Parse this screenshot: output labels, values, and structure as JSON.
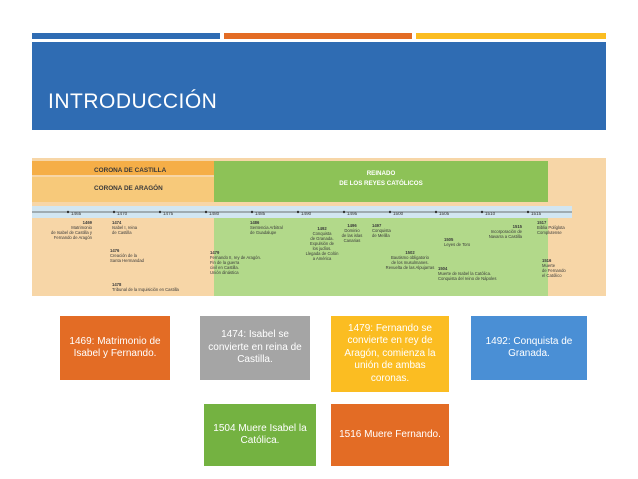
{
  "slide": {
    "title": "INTRODUCCIÓN",
    "accent_colors": [
      "#2f6cb3",
      "#e36c25",
      "#fbbd22",
      "#2f6cb3"
    ]
  },
  "timeline": {
    "header_left_top": "CORONA DE CASTILLA",
    "header_left_bottom": "CORONA DE ARAGÓN",
    "header_right_line1": "REINADO",
    "header_right_line2": "DE LOS REYES CATÓLICOS",
    "years": [
      "1465",
      "1470",
      "1475",
      "1480",
      "1485",
      "1490",
      "1495",
      "1500",
      "1505",
      "1510",
      "1515"
    ],
    "events": {
      "e1469": [
        "1469",
        "Matrimonio",
        "de Isabel de Castilla y",
        "Fernando de Aragón"
      ],
      "e1474": [
        "1474",
        "Isabel I, reina",
        "de Castilla"
      ],
      "e1476": [
        "1476",
        "Creación de la",
        "Santa Hermandad"
      ],
      "e1478": [
        "1478",
        "Tribunal de la Inquisición en Castilla"
      ],
      "e1479": [
        "1479",
        "Fernando II, rey de Aragón.",
        "Fin de la guerra",
        "civil en Castilla.",
        "Unión dinástica"
      ],
      "e1486": [
        "1486",
        "Sentencia Arbitral",
        "de Guadalupe"
      ],
      "e1492": [
        "1492",
        "Conquista",
        "de Granada.",
        "Expulsión de",
        "los judíos.",
        "Llegada de Colón",
        "a América"
      ],
      "e1496": [
        "1496",
        "Dominio",
        "de las islas",
        "Canarias"
      ],
      "e1497": [
        "1497",
        "Conquista",
        "de Melilla"
      ],
      "e1502": [
        "1502",
        "Bautismo obligatorio",
        "de los musulmanes.",
        "Revuelta de las Alpujarras"
      ],
      "e1505": [
        "1505",
        "Leyes de Toro"
      ],
      "e1504": [
        "1504",
        "Muerte de Isabel la Católica.",
        "Conquista del reino de Nápoles"
      ],
      "e1515": [
        "1515",
        "Incorporación de",
        "Navarra a Castilla"
      ],
      "e1517": [
        "1517",
        "Biblia Políglota",
        "Complutense"
      ],
      "e1516": [
        "1516",
        "Muerte",
        "de Fernando",
        "el Católico"
      ]
    }
  },
  "boxes": {
    "b1469": {
      "text": "1469: Matrimonio de Isabel y Fernando.",
      "color": "#e36c25"
    },
    "b1474": {
      "text": "1474: Isabel se convierte en reina de Castilla.",
      "color": "#a5a5a5"
    },
    "b1479": {
      "text": "1479: Fernando se convierte en rey de Aragón, comienza la unión de ambas coronas.",
      "color": "#fbbd22"
    },
    "b1492": {
      "text": "1492: Conquista de Granada.",
      "color": "#4a8fd5"
    },
    "b1504": {
      "text": "1504 Muere Isabel la Católica.",
      "color": "#74b241"
    },
    "b1516": {
      "text": "1516 Muere Fernando.",
      "color": "#e36c25"
    }
  }
}
